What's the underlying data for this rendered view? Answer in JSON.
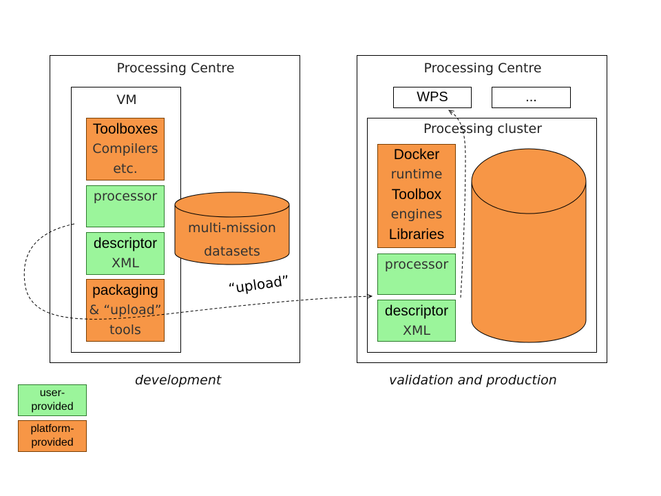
{
  "left_centre": {
    "title": "Processing Centre",
    "vm_label": "VM",
    "toolboxes": {
      "line1": "Toolboxes",
      "line2": "Compilers",
      "line3": "etc."
    },
    "processor": "processor",
    "descriptor": {
      "line1": "descriptor",
      "line2": "XML"
    },
    "packaging": {
      "line1": "packaging",
      "line2": "& “upload”",
      "line3": "tools"
    },
    "datasets": {
      "line1": "multi-mission",
      "line2": "datasets"
    },
    "caption": "development"
  },
  "upload_label": "“upload”",
  "right_centre": {
    "title": "Processing Centre",
    "wps": "WPS",
    "other": "...",
    "cluster_title": "Processing cluster",
    "docker": {
      "line1": "Docker",
      "line2": "runtime",
      "line3": "Toolbox",
      "line4": "engines",
      "line5": "Libraries"
    },
    "processor": "processor",
    "descriptor": {
      "line1": "descriptor",
      "line2": "XML"
    },
    "caption": "validation and production"
  },
  "legend": {
    "user": {
      "line1": "user-",
      "line2": "provided"
    },
    "platform": {
      "line1": "platform-",
      "line2": "provided"
    }
  },
  "colors": {
    "platform": "#f79646",
    "user": "#9bf59b"
  }
}
